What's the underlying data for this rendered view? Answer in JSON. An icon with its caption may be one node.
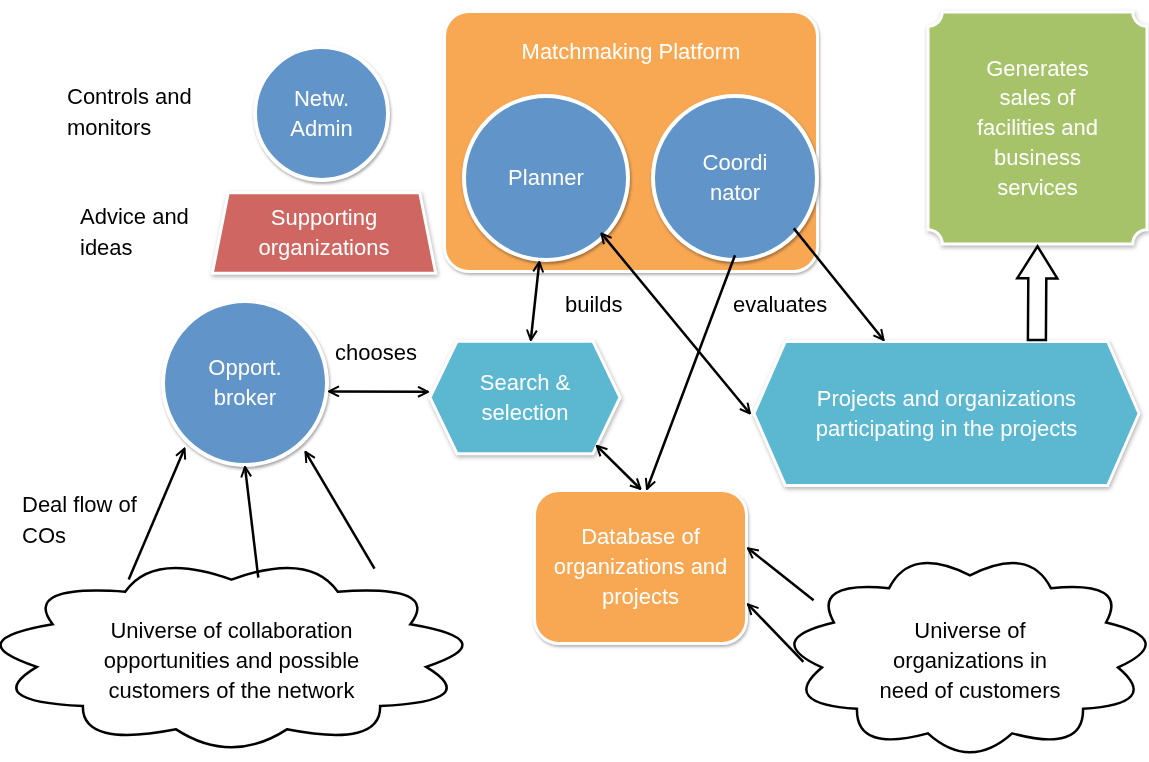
{
  "diagram": {
    "nodes": [
      {
        "text": [
          "Netw. Admin"
        ],
        "beside": [
          "Controls and monitors"
        ]
      },
      {
        "text": [
          "Supporting organizations"
        ],
        "beside": [
          "Advice and ideas"
        ]
      },
      {
        "text": [
          "Matchmaking Platform"
        ]
      },
      {
        "text": [
          "Planner"
        ],
        "in": 2
      },
      {
        "text": [
          "Coordi nator"
        ],
        "in": 2
      },
      {
        "text": [
          "Generates sales of facilities and business services"
        ]
      },
      {
        "text": [
          "Opport. broker"
        ]
      },
      {
        "text": [
          "Search & selection"
        ]
      },
      {
        "text": [
          "Projects and organizations participating in the projects"
        ]
      },
      {
        "text": [
          "Database of organizations and projects"
        ]
      },
      {
        "text": [
          "Universe of collaboration opportunities and possible customers of the network"
        ]
      },
      {
        "text": [
          "Universe of organizations in need of customers"
        ]
      }
    ],
    "edges": [
      {
        "from": 3,
        "to": 7,
        "arrow": "both",
        "label": "builds"
      },
      {
        "from": 6,
        "to": 7,
        "arrow": "both",
        "label": "chooses"
      },
      {
        "from": 3,
        "to": 8,
        "arrow": "both"
      },
      {
        "from": 4,
        "to": 9,
        "arrow": "to"
      },
      {
        "from": 4,
        "to": 8,
        "arrow": "to",
        "label": "evaluates"
      },
      {
        "from": 7,
        "to": 9,
        "arrow": "both"
      },
      {
        "from": 10,
        "to": 6,
        "arrow": "to"
      },
      {
        "from": 10,
        "to": 6,
        "arrow": "to"
      },
      {
        "from": 10,
        "to": 6,
        "arrow": "to"
      },
      {
        "from": 11,
        "to": 9,
        "arrow": "to"
      },
      {
        "from": 11,
        "to": 9,
        "arrow": "to"
      },
      {
        "from": 8,
        "to": 5,
        "arrow": "to",
        "style": "thick"
      }
    ],
    "labels": [
      "Deal flow of COs"
    ]
  }
}
